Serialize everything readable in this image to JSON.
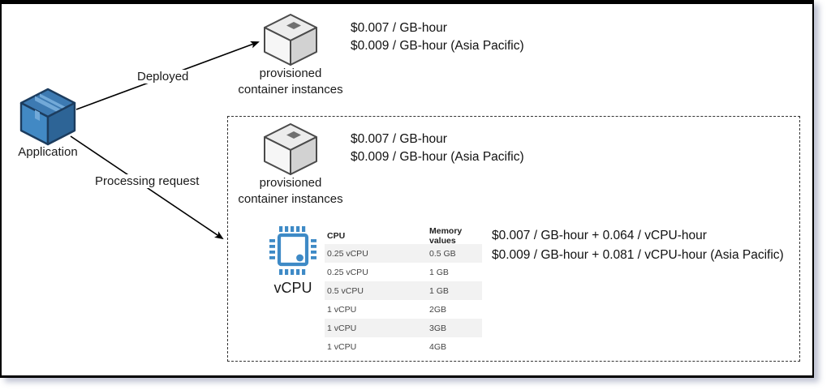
{
  "diagram": {
    "application": {
      "label": "Application"
    },
    "edges": {
      "deployed_label": "Deployed",
      "processing_label": "Processing request"
    },
    "deployed_target": {
      "icon": "container-cube-icon",
      "label_line1": "provisioned",
      "label_line2": "container instances",
      "pricing_line1": "$0.007 / GB-hour",
      "pricing_line2": "$0.009 / GB-hour (Asia Pacific)"
    },
    "processing_target": {
      "container": {
        "icon": "container-cube-icon",
        "label_line1": "provisioned",
        "label_line2": "container instances",
        "pricing_line1": "$0.007 / GB-hour",
        "pricing_line2": "$0.009 / GB-hour (Asia Pacific)"
      },
      "vcpu": {
        "icon": "cpu-chip-icon",
        "label": "vCPU",
        "pricing_line1": "$0.007 / GB-hour + 0.064 / vCPU-hour",
        "pricing_line2": "$0.009 / GB-hour + 0.081 / vCPU-hour (Asia Pacific)"
      },
      "table": {
        "headers": {
          "cpu": "CPU",
          "memory": "Memory values"
        },
        "rows": [
          {
            "cpu": "0.25 vCPU",
            "memory": "0.5 GB"
          },
          {
            "cpu": "0.25 vCPU",
            "memory": "1 GB"
          },
          {
            "cpu": "0.5 vCPU",
            "memory": "1 GB"
          },
          {
            "cpu": "1 vCPU",
            "memory": "2GB"
          },
          {
            "cpu": "1 vCPU",
            "memory": "3GB"
          },
          {
            "cpu": "1 vCPU",
            "memory": "4GB"
          }
        ]
      }
    },
    "colors": {
      "app_cube_blue": "#3d7ab2",
      "container_cube_grey": "#e9e9e9",
      "vcpu_icon_blue": "#3e8ac6",
      "table_shade": "#f2f2f2",
      "dashed_border": "#333333"
    }
  }
}
